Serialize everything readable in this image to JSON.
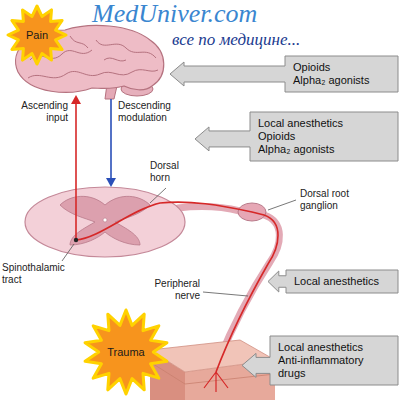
{
  "diagram": {
    "nodes": [
      {
        "text": [
          "Pain"
        ]
      },
      {
        "text": [
          "Opioids",
          "Alpha₂ agonists"
        ]
      },
      {
        "text": [
          "Local anesthetics",
          "Opioids",
          "Alpha₂ agonists"
        ]
      },
      {
        "text": [
          "Local anesthetics"
        ]
      },
      {
        "text": [
          "Trauma"
        ]
      },
      {
        "text": [
          "Local anesthetics",
          "Anti-inflammatory drugs"
        ]
      }
    ],
    "labels": [
      "MedUniver.com",
      "все по медицине...",
      "Ascending input",
      "Descending modulation",
      "Dorsal horn",
      "Spinothalamic tract",
      "Dorsal root ganglion",
      "Peripheral nerve"
    ]
  }
}
